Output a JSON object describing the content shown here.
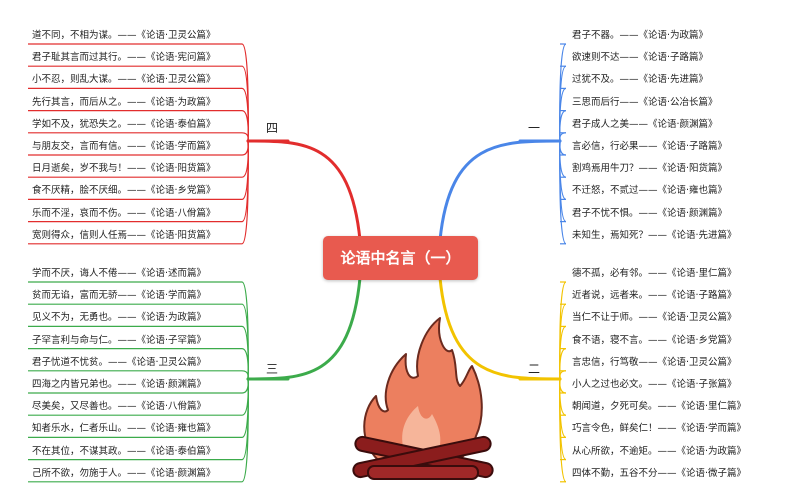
{
  "center_title": "论语中名言（一）",
  "colors": {
    "one": "#4a86e8",
    "two": "#f2c300",
    "three": "#3cab4b",
    "four": "#e22d2d",
    "center_bg": "#e85a4f",
    "flame": "#ec7f5f",
    "log": "#8b1d1d"
  },
  "illustration": "campfire-illustration",
  "branches": [
    {
      "key": "four",
      "label": "四",
      "items": [
        "道不同，不相为谋。——《论语·卫灵公篇》",
        "君子耻其言而过其行。——《论语·宪问篇》",
        "小不忍，则乱大谋。——《论语·卫灵公篇》",
        "先行其言，而后从之。——《论语·为政篇》",
        "学如不及，犹恐失之。——《论语·泰伯篇》",
        "与朋友交，言而有信。——《论语·学而篇》",
        "日月逝矣，岁不我与！——《论语·阳货篇》",
        "食不厌精，脍不厌细。——《论语·乡党篇》",
        "乐而不淫，哀而不伤。——《论语·八佾篇》",
        "宽则得众，信则人任焉——《论语·阳货篇》"
      ]
    },
    {
      "key": "one",
      "label": "一",
      "items": [
        "君子不器。——《论语·为政篇》",
        "欲速则不达——《论语·子路篇》",
        "过犹不及。——《论语·先进篇》",
        "三思而后行——《论语·公冶长篇》",
        "君子成人之美——《论语·颜渊篇》",
        "言必信，行必果——《论语·子路篇》",
        "割鸡焉用牛刀？——《论语·阳货篇》",
        "不迁怒，不贰过——《论语·雍也篇》",
        "君子不忧不惧。——《论语·颜渊篇》",
        "未知生，焉知死？——《论语·先进篇》"
      ]
    },
    {
      "key": "three",
      "label": "三",
      "items": [
        "学而不厌，诲人不倦——《论语·述而篇》",
        "贫而无谄，富而无骄——《论语·学而篇》",
        "见义不为，无勇也。——《论语·为政篇》",
        "子罕言利与命与仁。——《论语·子罕篇》",
        "君子忧道不忧贫。——《论语·卫灵公篇》",
        "四海之内皆兄弟也。——《论语·颜渊篇》",
        "尽美矣，又尽善也。——《论语·八佾篇》",
        "知者乐水，仁者乐山。——《论语·雍也篇》",
        "不在其位，不谋其政。——《论语·泰伯篇》",
        "己所不欲，勿施于人。——《论语·颜渊篇》"
      ]
    },
    {
      "key": "two",
      "label": "二",
      "items": [
        "德不孤，必有邻。——《论语·里仁篇》",
        "近者说，远者来。——《论语·子路篇》",
        "当仁不让于师。——《论语·卫灵公篇》",
        "食不语，寝不言。——《论语·乡党篇》",
        "言忠信，行笃敬——《论语·卫灵公篇》",
        "小人之过也必文。——《论语·子张篇》",
        "朝闻道，夕死可矣。——《论语·里仁篇》",
        "巧言令色，鲜矣仁！——《论语·学而篇》",
        "从心所欲，不逾矩。——《论语·为政篇》",
        "四体不勤，五谷不分——《论语·微子篇》"
      ]
    }
  ]
}
